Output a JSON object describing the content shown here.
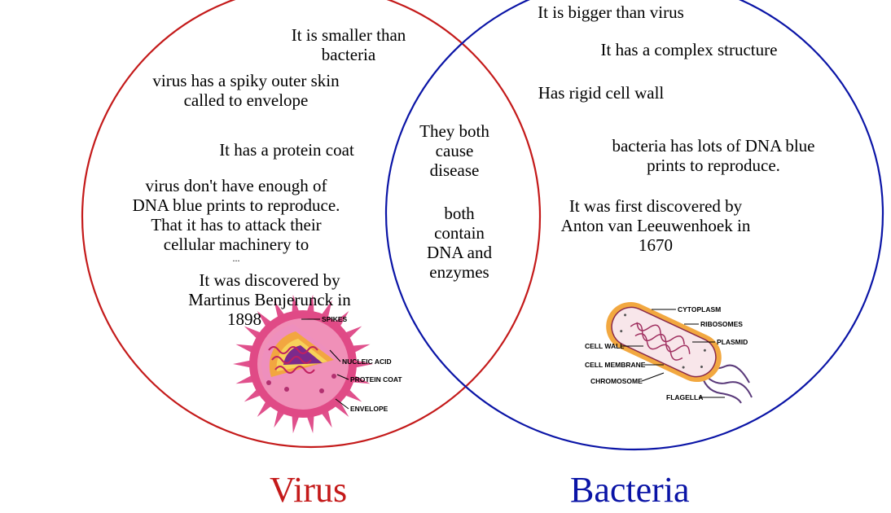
{
  "sets": [
    {
      "name": "Virus",
      "color": "#c41a1a"
    },
    {
      "name": "Bacteria",
      "color": "#0a14a6"
    }
  ],
  "virus_only": {
    "smaller": [
      "It is smaller than",
      "bacteria"
    ],
    "envelope": [
      "virus has a spiky outer skin",
      "called to envelope"
    ],
    "protein": [
      "It has a protein coat"
    ],
    "dna": [
      "virus don't have enough of",
      "DNA blue prints to reproduce.",
      "That it has to attack their",
      "cellular machinery to",
      "..."
    ],
    "discovered": [
      "It was discovered by",
      "Martinus Benjerunck in",
      "1898"
    ]
  },
  "both": {
    "disease": [
      "They both",
      "cause",
      "disease"
    ],
    "contain": [
      "both",
      "contain",
      "DNA and",
      "enzymes"
    ]
  },
  "bacteria_only": {
    "bigger": [
      "It is bigger than virus"
    ],
    "complex": [
      "It has a complex structure"
    ],
    "wall": [
      "Has rigid cell wall"
    ],
    "dna": [
      "bacteria has lots of DNA blue",
      "prints to reproduce."
    ],
    "discovered": [
      "It was first discovered by",
      "Anton van Leeuwenhoek in",
      "1670"
    ]
  },
  "virus_image_labels": {
    "spikes": "SPIKES",
    "nucleic_acid": "NUCLEIC ACID",
    "protein_coat": "PROTEIN COAT",
    "envelope": "ENVELOPE"
  },
  "bacteria_image_labels": {
    "cytoplasm": "CYTOPLASM",
    "ribosomes": "RIBOSOMES",
    "plasmid": "PLASMID",
    "cell_wall": "CELL WALL",
    "cell_membrane": "CELL MEMBRANE",
    "chromosome": "CHROMOSOME",
    "flagella": "FLAGELLA"
  }
}
